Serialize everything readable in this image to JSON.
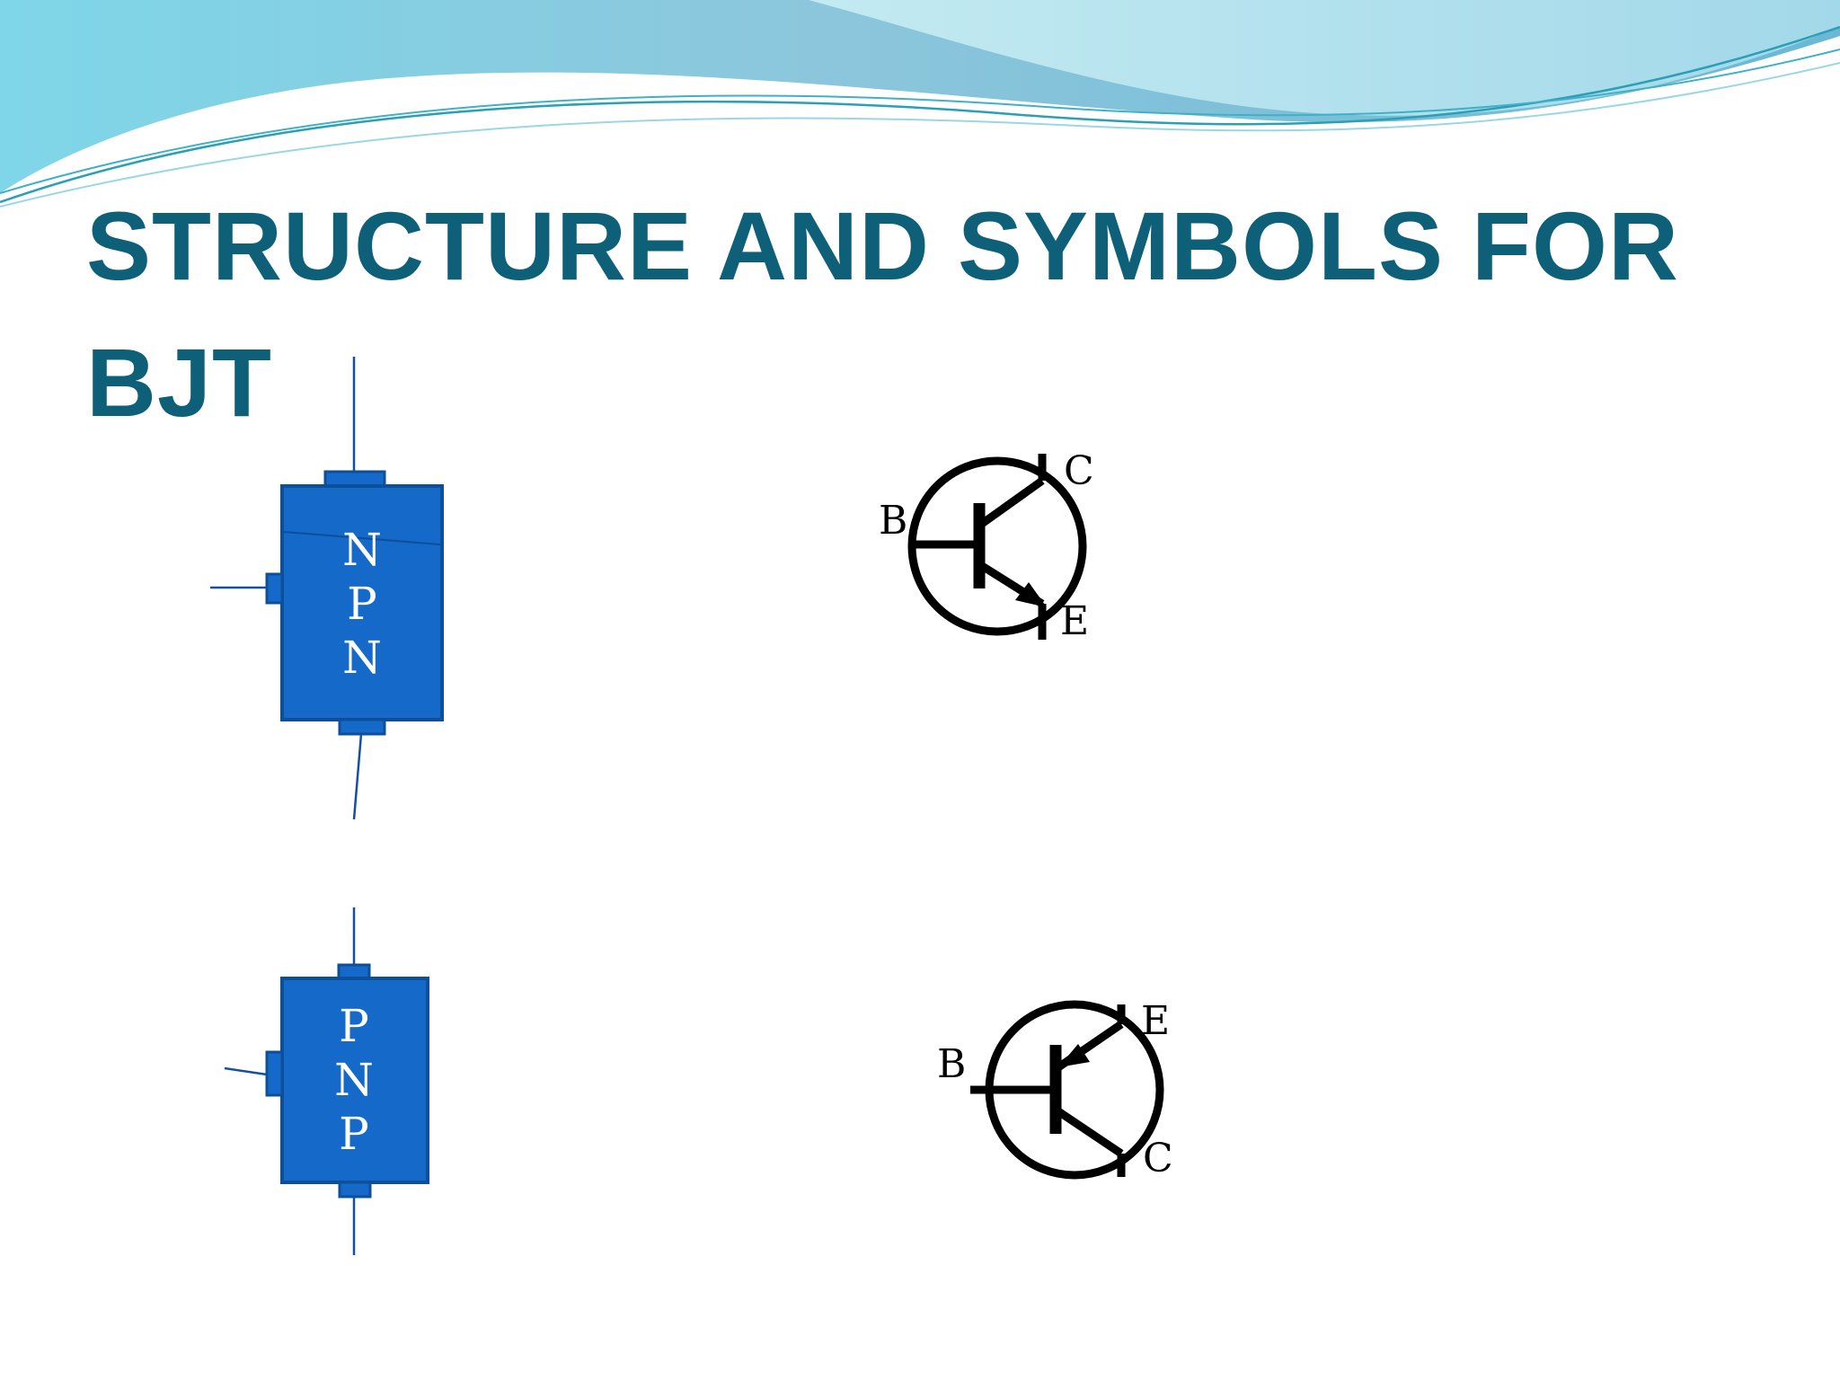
{
  "title": "STRUCTURE AND SYMBOLS FOR BJT",
  "colors": {
    "title": "#0d6078",
    "block_fill": "#1469c9",
    "block_stroke": "#0e4f9a",
    "wire": "#1350a0",
    "wave_light": "#b8e6ef",
    "wave_mid": "#7fcde0",
    "wave_dark": "#59b4cf"
  },
  "npn": {
    "layers": [
      "N",
      "P",
      "N"
    ],
    "symbol": {
      "base": "B",
      "collector": "C",
      "emitter": "E"
    }
  },
  "pnp": {
    "layers": [
      "P",
      "N",
      "P"
    ],
    "symbol": {
      "base": "B",
      "emitter": "E",
      "collector": "C"
    }
  }
}
